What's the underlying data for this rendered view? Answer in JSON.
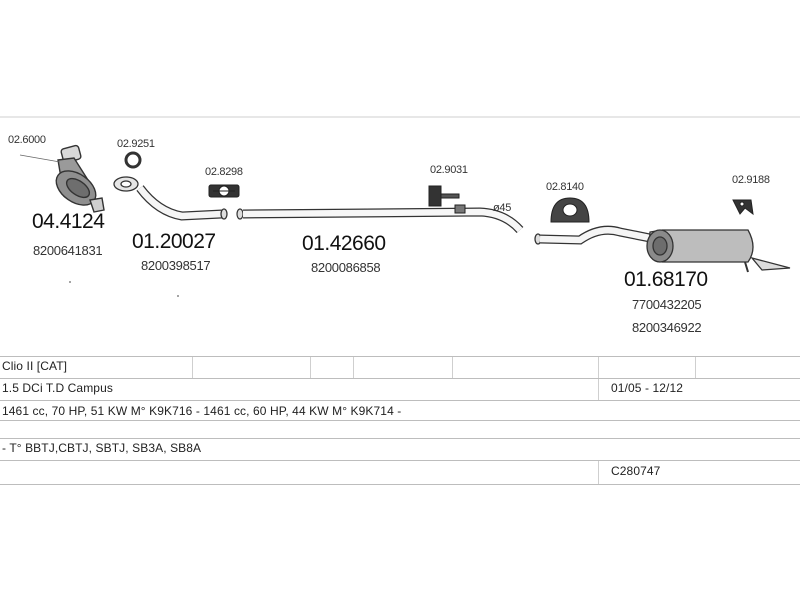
{
  "parts": {
    "catalyst": {
      "code": "04.4124",
      "oem": "8200641831"
    },
    "front_pipe": {
      "code": "01.20027",
      "oem": "8200398517"
    },
    "middle_pipe": {
      "code": "01.42660",
      "oem": "8200086858"
    },
    "rear_silencer": {
      "code": "01.68170",
      "oem1": "7700432205",
      "oem2": "8200346922"
    },
    "gasket_catalyst": "02.6000",
    "gasket_ring": "02.9251",
    "clamp_1": "02.8298",
    "clamp_2": "02.9031",
    "rubber_mount_1": "02.8140",
    "rubber_mount_2": "02.9188",
    "diameter": "ø45"
  },
  "info": {
    "model": "Clio II  [CAT]",
    "version": "1.5 DCi T.D Campus",
    "dates": "01/05 - 12/12",
    "engine": "1461 cc, 70 HP, 51 KW M° K9K716 - 1461 cc, 60 HP, 44 KW M° K9K714 -",
    "types": "- T° BBTJ,CBTJ, SBTJ, SB3A, SB8A",
    "code": "C280747"
  }
}
